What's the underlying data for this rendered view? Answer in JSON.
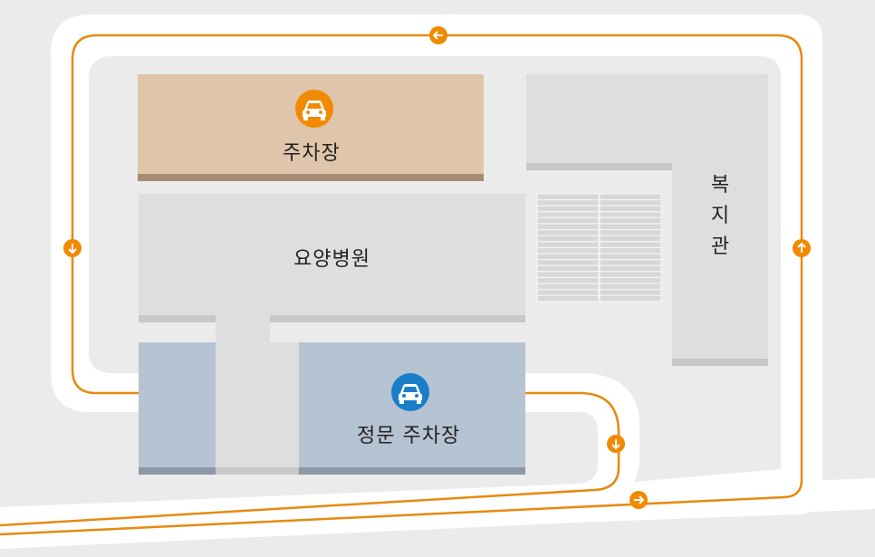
{
  "buildings": {
    "parking_top": {
      "label": "주차장",
      "icon": "car-icon",
      "color": "#f08a00",
      "fill": "#dfc5a9"
    },
    "hospital": {
      "label": "요양병원",
      "fill": "#dedede"
    },
    "welfare_center": {
      "label": "복\n지\n관",
      "fill": "#dedede"
    },
    "main_parking": {
      "label": "정문 주차장",
      "icon": "car-icon",
      "color": "#1a7fc8",
      "fill": "#b6c3d3"
    }
  },
  "route": {
    "color": "#e8890f",
    "arrows": [
      "arrow-left-icon",
      "arrow-down-icon",
      "arrow-up-icon",
      "arrow-down-icon",
      "arrow-right-icon"
    ]
  }
}
